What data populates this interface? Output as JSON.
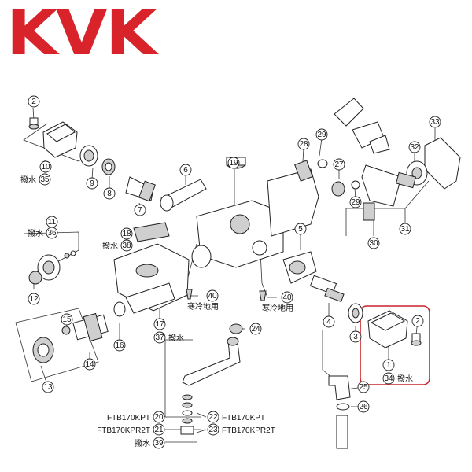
{
  "brand": {
    "logo_text": "KVK",
    "color": "#d9232a"
  },
  "highlight_color": "#c8242b",
  "callouts": [
    {
      "id": "2",
      "text": "2",
      "label": ""
    },
    {
      "id": "10",
      "text": "10",
      "label": ""
    },
    {
      "id": "35",
      "text": "35",
      "label": "撥水"
    },
    {
      "id": "9",
      "text": "9",
      "label": ""
    },
    {
      "id": "8",
      "text": "8",
      "label": ""
    },
    {
      "id": "7",
      "text": "7",
      "label": ""
    },
    {
      "id": "6",
      "text": "6",
      "label": ""
    },
    {
      "id": "19",
      "text": "19",
      "label": ""
    },
    {
      "id": "28",
      "text": "28",
      "label": ""
    },
    {
      "id": "29a",
      "text": "29",
      "label": ""
    },
    {
      "id": "33",
      "text": "33",
      "label": ""
    },
    {
      "id": "32",
      "text": "32",
      "label": ""
    },
    {
      "id": "27",
      "text": "27",
      "label": ""
    },
    {
      "id": "29b",
      "text": "29",
      "label": ""
    },
    {
      "id": "11",
      "text": "11",
      "label": ""
    },
    {
      "id": "36",
      "text": "36",
      "label": "撥水"
    },
    {
      "id": "18",
      "text": "18",
      "label": ""
    },
    {
      "id": "38",
      "text": "38",
      "label": "撥水"
    },
    {
      "id": "5",
      "text": "5",
      "label": ""
    },
    {
      "id": "30",
      "text": "30",
      "label": ""
    },
    {
      "id": "31",
      "text": "31",
      "label": ""
    },
    {
      "id": "12",
      "text": "12",
      "label": ""
    },
    {
      "id": "40a",
      "text": "40",
      "label": "寒冷地用"
    },
    {
      "id": "40b",
      "text": "40",
      "label": "寒冷地用"
    },
    {
      "id": "17",
      "text": "17",
      "label": ""
    },
    {
      "id": "37",
      "text": "37",
      "label": "撥水"
    },
    {
      "id": "4",
      "text": "4",
      "label": ""
    },
    {
      "id": "15",
      "text": "15",
      "label": ""
    },
    {
      "id": "16",
      "text": "16",
      "label": ""
    },
    {
      "id": "24",
      "text": "24",
      "label": ""
    },
    {
      "id": "3",
      "text": "3",
      "label": ""
    },
    {
      "id": "2b",
      "text": "2",
      "label": ""
    },
    {
      "id": "1",
      "text": "1",
      "label": ""
    },
    {
      "id": "34",
      "text": "34",
      "label": "撥水"
    },
    {
      "id": "13",
      "text": "13",
      "label": ""
    },
    {
      "id": "14",
      "text": "14",
      "label": ""
    },
    {
      "id": "25",
      "text": "25",
      "label": ""
    },
    {
      "id": "26",
      "text": "26",
      "label": ""
    },
    {
      "id": "20",
      "text": "20",
      "label": "FTB170KPT"
    },
    {
      "id": "21",
      "text": "21",
      "label": "FTB170KPR2T"
    },
    {
      "id": "39",
      "text": "39",
      "label": "撥水"
    },
    {
      "id": "22",
      "text": "22",
      "label": "FTB170KPT"
    },
    {
      "id": "23",
      "text": "23",
      "label": "FTB170KPR2T"
    }
  ]
}
